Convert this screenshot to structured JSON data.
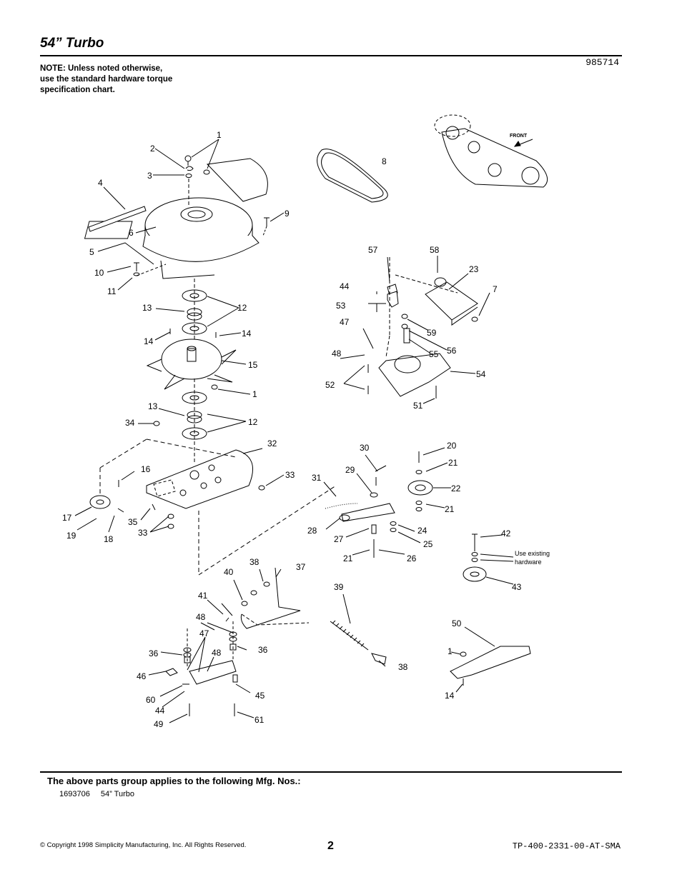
{
  "header": {
    "title": "54” Turbo",
    "drawing_number": "985714",
    "note_lines": [
      "NOTE: Unless noted otherwise,",
      "use the standard hardware torque",
      "specification chart."
    ]
  },
  "diagram": {
    "labels": {
      "front": "FRONT",
      "use_existing_1": "Use existing",
      "use_existing_2": "hardware"
    },
    "callouts": [
      "1",
      "2",
      "3",
      "4",
      "5",
      "6",
      "7",
      "8",
      "9",
      "10",
      "11",
      "12",
      "13",
      "14",
      "15",
      "16",
      "17",
      "18",
      "19",
      "20",
      "21",
      "22",
      "23",
      "24",
      "25",
      "26",
      "27",
      "28",
      "29",
      "30",
      "31",
      "32",
      "33",
      "34",
      "35",
      "36",
      "37",
      "38",
      "39",
      "40",
      "41",
      "42",
      "43",
      "44",
      "45",
      "46",
      "47",
      "48",
      "49",
      "50",
      "51",
      "52",
      "53",
      "54",
      "55",
      "56",
      "57",
      "58",
      "59",
      "60",
      "61"
    ]
  },
  "footer": {
    "applies_heading": "The above parts group applies to the following Mfg. Nos.:",
    "mfg_number": "1693706",
    "mfg_model": "54” Turbo",
    "copyright": "© Copyright 1998 Simplicity Manufacturing, Inc. All Rights Reserved.",
    "page_number": "2",
    "doc_number": "TP-400-2331-00-AT-SMA"
  }
}
